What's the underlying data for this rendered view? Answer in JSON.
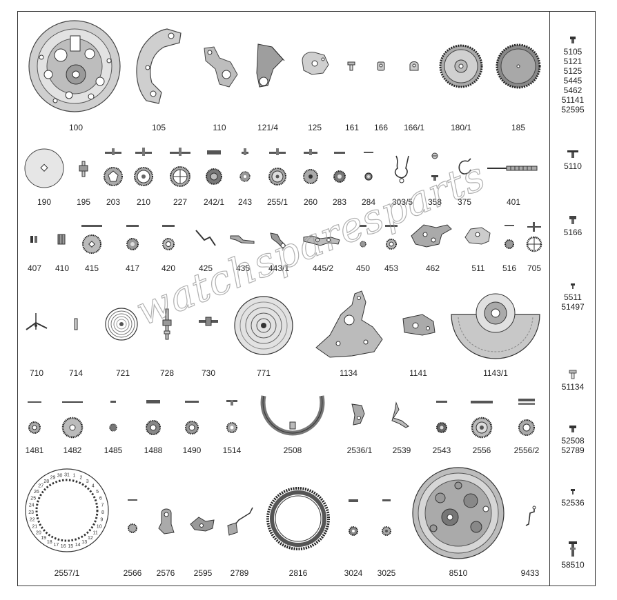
{
  "parts": {
    "r1": [
      "100",
      "105",
      "110",
      "121/4",
      "125",
      "161",
      "166",
      "166/1",
      "180/1",
      "185"
    ],
    "r2": [
      "190",
      "195",
      "203",
      "210",
      "227",
      "242/1",
      "243",
      "255/1",
      "260",
      "283",
      "284",
      "303/5",
      "358",
      "375",
      "401"
    ],
    "r3": [
      "407",
      "410",
      "415",
      "417",
      "420",
      "425",
      "435",
      "443/1",
      "445/2",
      "450",
      "453",
      "462",
      "511",
      "516",
      "705"
    ],
    "r4": [
      "710",
      "714",
      "721",
      "728",
      "730",
      "771",
      "1134",
      "1141",
      "1143/1"
    ],
    "r5": [
      "1481",
      "1482",
      "1485",
      "1488",
      "1490",
      "1514",
      "2508",
      "2536/1",
      "2539",
      "2543",
      "2556",
      "2556/2"
    ],
    "r6": [
      "2557/1",
      "2566",
      "2576",
      "2595",
      "2789",
      "2816",
      "3024",
      "3025",
      "8510",
      "9433"
    ]
  },
  "side": {
    "g1": [
      "5105",
      "5121",
      "5125",
      "5445",
      "5462",
      "51141",
      "52595"
    ],
    "g2": "5110",
    "g3": "5166",
    "g4": [
      "5511",
      "51497"
    ],
    "g5": "51134",
    "g6": [
      "52508",
      "52789"
    ],
    "g7": "52536",
    "g8": "58510"
  },
  "date_ring_numbers": [
    "31",
    "1",
    "2",
    "3",
    "4",
    "5",
    "6",
    "7",
    "8",
    "9",
    "10",
    "11",
    "12",
    "13",
    "14",
    "15",
    "16",
    "17",
    "18",
    "19",
    "20",
    "21",
    "22",
    "23",
    "24",
    "25",
    "26",
    "27",
    "28",
    "29",
    "30"
  ],
  "watermark": "watchsparesparts"
}
